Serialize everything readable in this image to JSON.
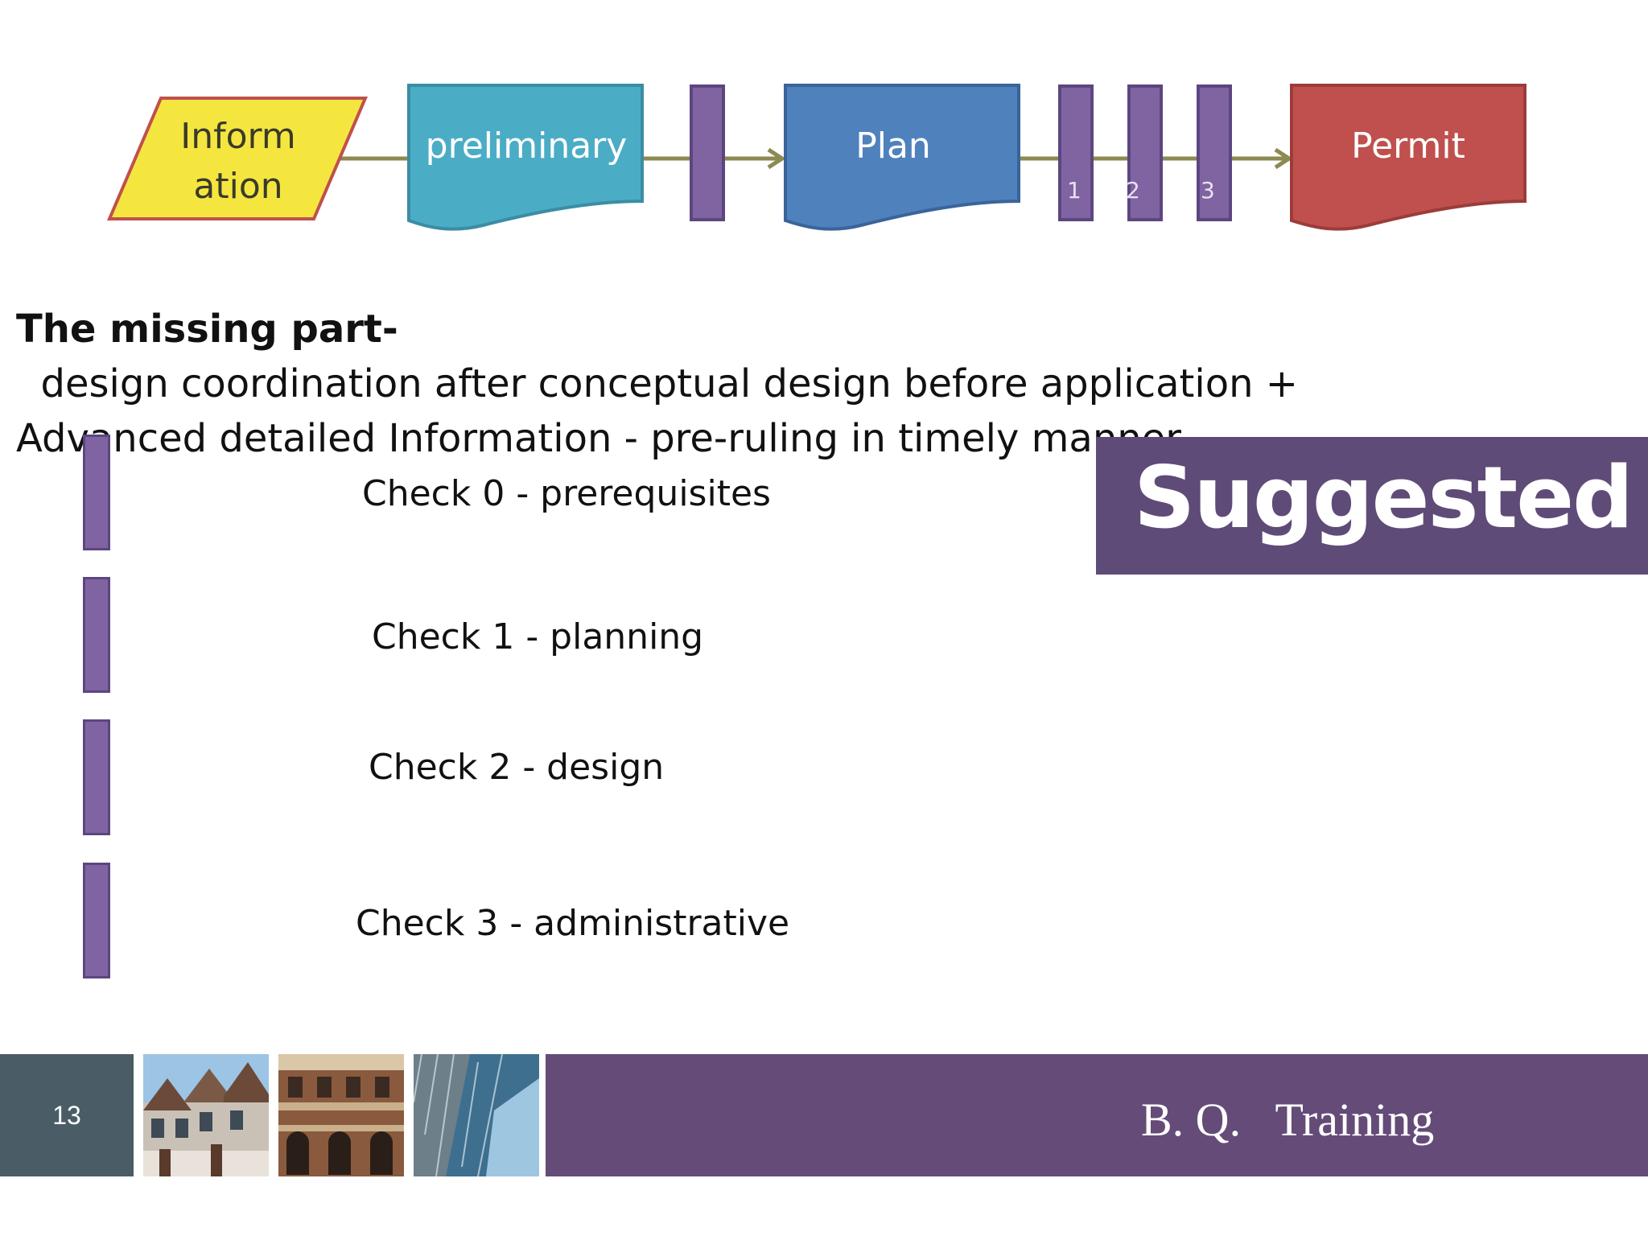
{
  "flow": {
    "information": "Inform\nation",
    "information_line1": "Inform",
    "information_line2": "ation",
    "preliminary": "preliminary",
    "plan": "Plan",
    "permit": "Permit",
    "gate_labels": [
      "1",
      "2",
      "3"
    ]
  },
  "missing": {
    "bold": "The missing part-",
    "rest": "  design coordination after conceptual design before application +",
    "line2": "Advanced detailed Information  - pre-ruling in timely manner."
  },
  "checks": [
    {
      "label": "Check 0 - prerequisites"
    },
    {
      "label": "Check 1 - planning"
    },
    {
      "label": "Check 2 - design"
    },
    {
      "label": "Check 3 - administrative"
    }
  ],
  "suggested": "Suggested",
  "footer": {
    "page_number": "13",
    "title": "B. Q.   Training"
  },
  "colors": {
    "information_fill": "#f5e63f",
    "information_border": "#c0504d",
    "preliminary_fill": "#4bacc6",
    "plan_fill": "#4f81bd",
    "permit_fill": "#c0504d",
    "gate_fill": "#8064a2",
    "connector": "#8c8a52",
    "accent_purple": "#654b78",
    "slate": "#4a5d66"
  },
  "icons": {
    "arrow": "arrow-right-icon"
  }
}
